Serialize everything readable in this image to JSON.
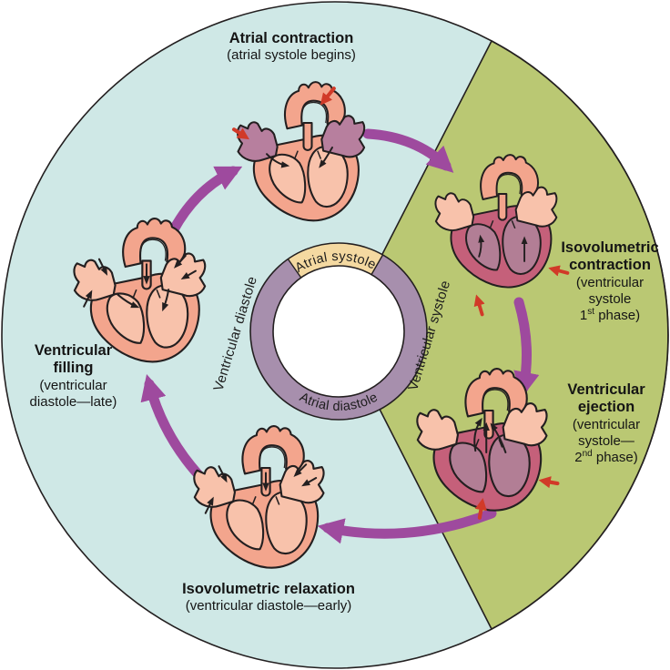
{
  "diagram": {
    "ring": {
      "top_band": "Atrial systole",
      "bottom_band": "Atrial diastole",
      "left_label": "Ventricular diastole",
      "right_label": "Ventricular systole"
    },
    "phases": {
      "atrial_contraction": {
        "title": "Atrial contraction",
        "subtitle": "(atrial systole begins)"
      },
      "isovolumetric_contraction": {
        "title_line1": "Isovolumetric",
        "title_line2": "contraction",
        "sub_line1": "(ventricular",
        "sub_line2": "systole",
        "ordinal": "1",
        "ordinal_suffix": "st",
        "sub_line3_rest": " phase)"
      },
      "ventricular_ejection": {
        "title_line1": "Ventricular",
        "title_line2": "ejection",
        "sub_line1": "(ventricular",
        "sub_line2": "systole—",
        "ordinal": "2",
        "ordinal_suffix": "nd",
        "sub_line3_rest": " phase)"
      },
      "isovolumetric_relaxation": {
        "title": "Isovolumetric relaxation",
        "subtitle": "(ventricular diastole—early)"
      },
      "ventricular_filling": {
        "title_line1": "Ventricular",
        "title_line2": "filling",
        "sub_line1": "(ventricular",
        "sub_line2": "diastole—late)"
      }
    }
  },
  "colors": {
    "background_blue": "#cfe8e6",
    "wedge_green": "#bac873",
    "ring_purple": "#a78fad",
    "band_tan": "#f4d9a1",
    "cycle_arrow_purple": "#9e4a9e",
    "flow_arrow_red": "#d13a28",
    "heart_salmon": "#f3a58d",
    "heart_salmon_light": "#f8c2ab",
    "heart_mauve": "#b77f9e",
    "heart_rose": "#c5607a",
    "heart_rose_light": "#b27e95",
    "outline_black": "#231f20"
  }
}
